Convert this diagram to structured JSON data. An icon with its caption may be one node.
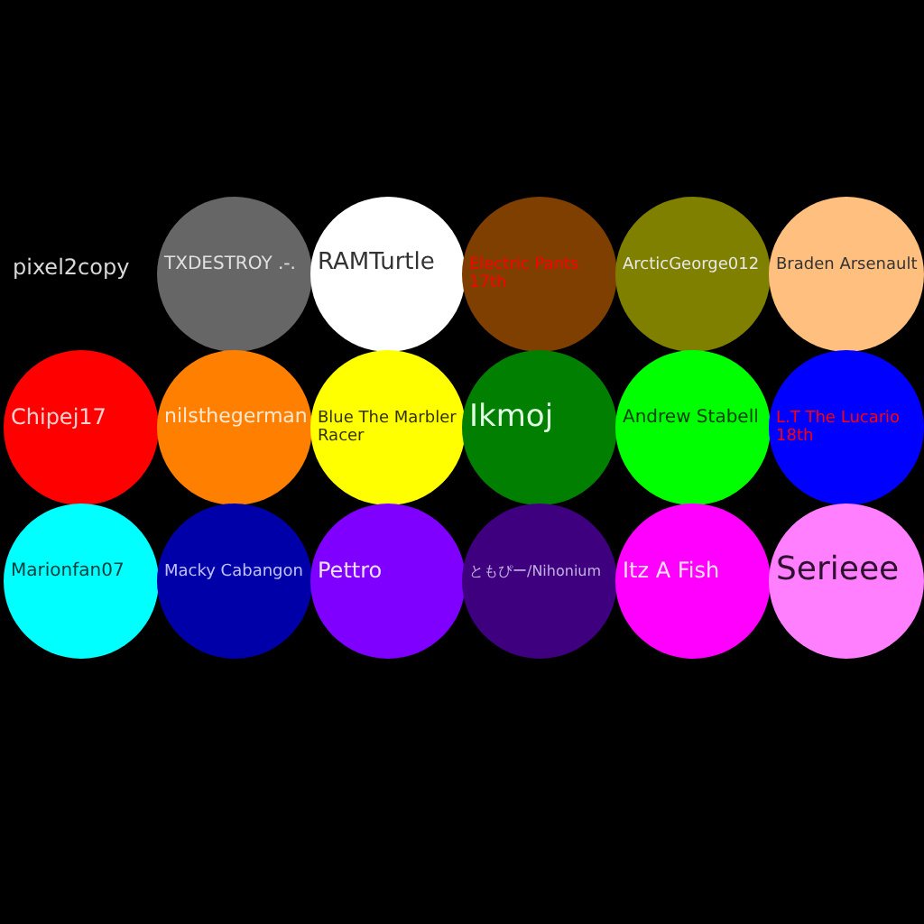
{
  "diagram": {
    "nodes": [
      {
        "text": [
          "TXDESTROY .-."
        ]
      },
      {
        "text": [
          "RAMTurtle"
        ]
      },
      {
        "text": [
          "Electric Pants 17th"
        ]
      },
      {
        "text": [
          "ArcticGeorge012"
        ]
      },
      {
        "text": [
          "Braden Arsenault"
        ]
      },
      {
        "text": [
          "Chipej17"
        ]
      },
      {
        "text": [
          "nilsthegerman"
        ]
      },
      {
        "text": [
          "Blue The Marbler Racer"
        ]
      },
      {
        "text": [
          "Ikmoj"
        ]
      },
      {
        "text": [
          "Andrew Stabell"
        ]
      },
      {
        "text": [
          "L.T The Lucario 18th"
        ]
      },
      {
        "text": [
          "Marionfan07"
        ]
      },
      {
        "text": [
          "Macky Cabangon"
        ]
      },
      {
        "text": [
          "Pettro"
        ]
      },
      {
        "text": [
          "ともぴー/Nihonium"
        ]
      },
      {
        "text": [
          "Itz A Fish"
        ]
      },
      {
        "text": [
          "Serieee"
        ]
      }
    ],
    "labels": [
      "pixel2copy"
    ]
  }
}
